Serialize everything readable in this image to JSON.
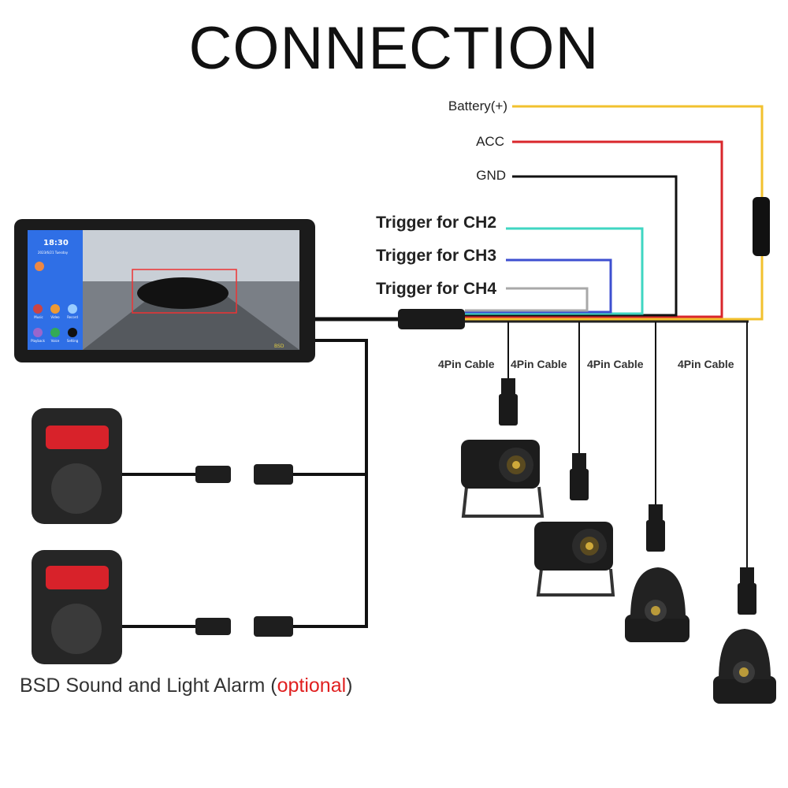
{
  "title": "CONNECTION",
  "wires": [
    {
      "label": "Battery(+)",
      "color": "#f2c12e"
    },
    {
      "label": "ACC",
      "color": "#d9262b"
    },
    {
      "label": "GND",
      "color": "#111111"
    },
    {
      "label": "Trigger for CH2",
      "color": "#3fd6c2"
    },
    {
      "label": "Trigger for CH3",
      "color": "#3d4fd0"
    },
    {
      "label": "Trigger for CH4",
      "color": "#a8a8a8"
    }
  ],
  "cable_labels": [
    "4Pin Cable",
    "4Pin Cable",
    "4Pin Cable",
    "4Pin Cable"
  ],
  "monitor": {
    "time": "18:30",
    "date": "2023/6/21 Tuesday",
    "apps": [
      "Music",
      "Video",
      "Record",
      "Playback",
      "Voice",
      "Setting"
    ],
    "status": "BSD"
  },
  "caption": {
    "main": "BSD Sound and Light Alarm",
    "open": " (",
    "optional": "optional",
    "close": ")"
  }
}
